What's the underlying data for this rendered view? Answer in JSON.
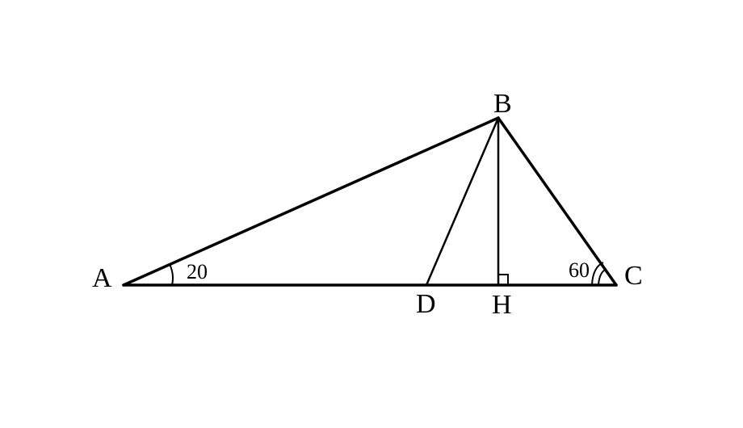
{
  "points": {
    "A": "A",
    "B": "B",
    "C": "C",
    "D": "D",
    "H": "H"
  },
  "angles": {
    "A": "20",
    "C": "60"
  },
  "colors": {
    "stroke": "#000000",
    "background": "#ffffff"
  }
}
